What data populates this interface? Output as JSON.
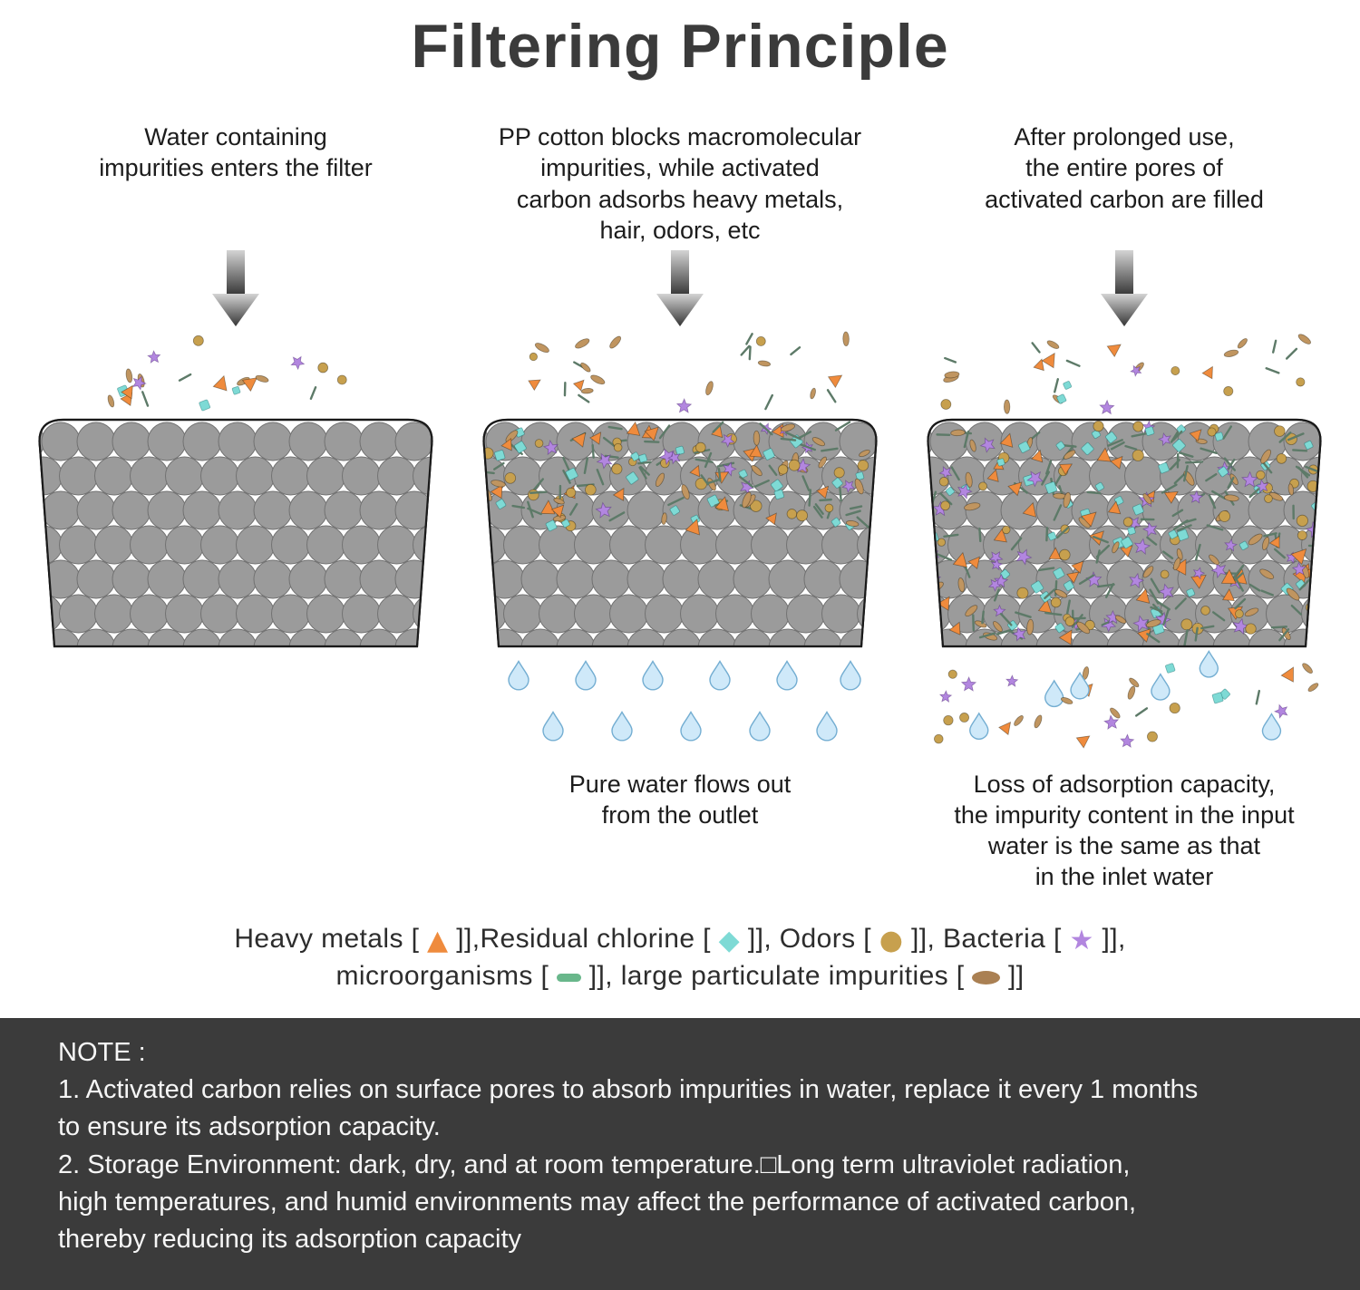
{
  "title": "Filtering Principle",
  "columns": [
    {
      "caption": "Water containing\nimpurities enters the filter",
      "stage": "clean",
      "bottom_caption": ""
    },
    {
      "caption": "PP cotton blocks macromolecular\nimpurities, while activated\ncarbon adsorbs heavy metals,\nhair, odors, etc",
      "stage": "half",
      "bottom_caption": "Pure water flows out\nfrom the outlet"
    },
    {
      "caption": "After prolonged use,\nthe entire pores of\nactivated carbon are filled",
      "stage": "full",
      "bottom_caption": "Loss of adsorption capacity,\nthe impurity content in the input\nwater is the same as that\nin the inlet water"
    }
  ],
  "legend": {
    "line1": [
      {
        "label": "Heavy metals ",
        "symbol": "triangle",
        "after": "],"
      },
      {
        "label": "Residual chlorine ",
        "symbol": "diamond",
        "after": "], "
      },
      {
        "label": "Odors ",
        "symbol": "circle",
        "after": "], "
      },
      {
        "label": "Bacteria ",
        "symbol": "star",
        "after": "],"
      }
    ],
    "line2": [
      {
        "label": "microorganisms ",
        "symbol": "dash",
        "after": "], "
      },
      {
        "label": "large particulate impurities ",
        "symbol": "oval",
        "after": "]"
      }
    ]
  },
  "note": {
    "heading": "NOTE :",
    "lines": [
      "1. Activated carbon relies on surface pores to absorb impurities in water, replace it every 1 months\nto ensure its adsorption capacity.",
      "2. Storage Environment: dark, dry, and at room temperature.□Long term ultraviolet radiation,\nhigh temperatures, and humid environments may affect the performance of activated carbon,\nthereby reducing its adsorption capacity"
    ]
  },
  "colors": {
    "triangle": "#ef8b3d",
    "diamond": "#7edad5",
    "circle": "#c7a04e",
    "star": "#b286df",
    "dash": "#69b78b",
    "dash_scatter": "#5d7a68",
    "oval": "#c09560",
    "oval_legend": "#aa8053",
    "drop_fill": "#cfe9f9",
    "drop_stroke": "#74aed2",
    "carbon_fill": "#9b9b9b",
    "carbon_stroke": "#727272",
    "filter_outline": "#1a1a1a",
    "arrow_light": "#d4d4d4",
    "arrow_dark": "#353535",
    "note_bg": "#3b3b3b",
    "title": "#3b3b3b"
  }
}
